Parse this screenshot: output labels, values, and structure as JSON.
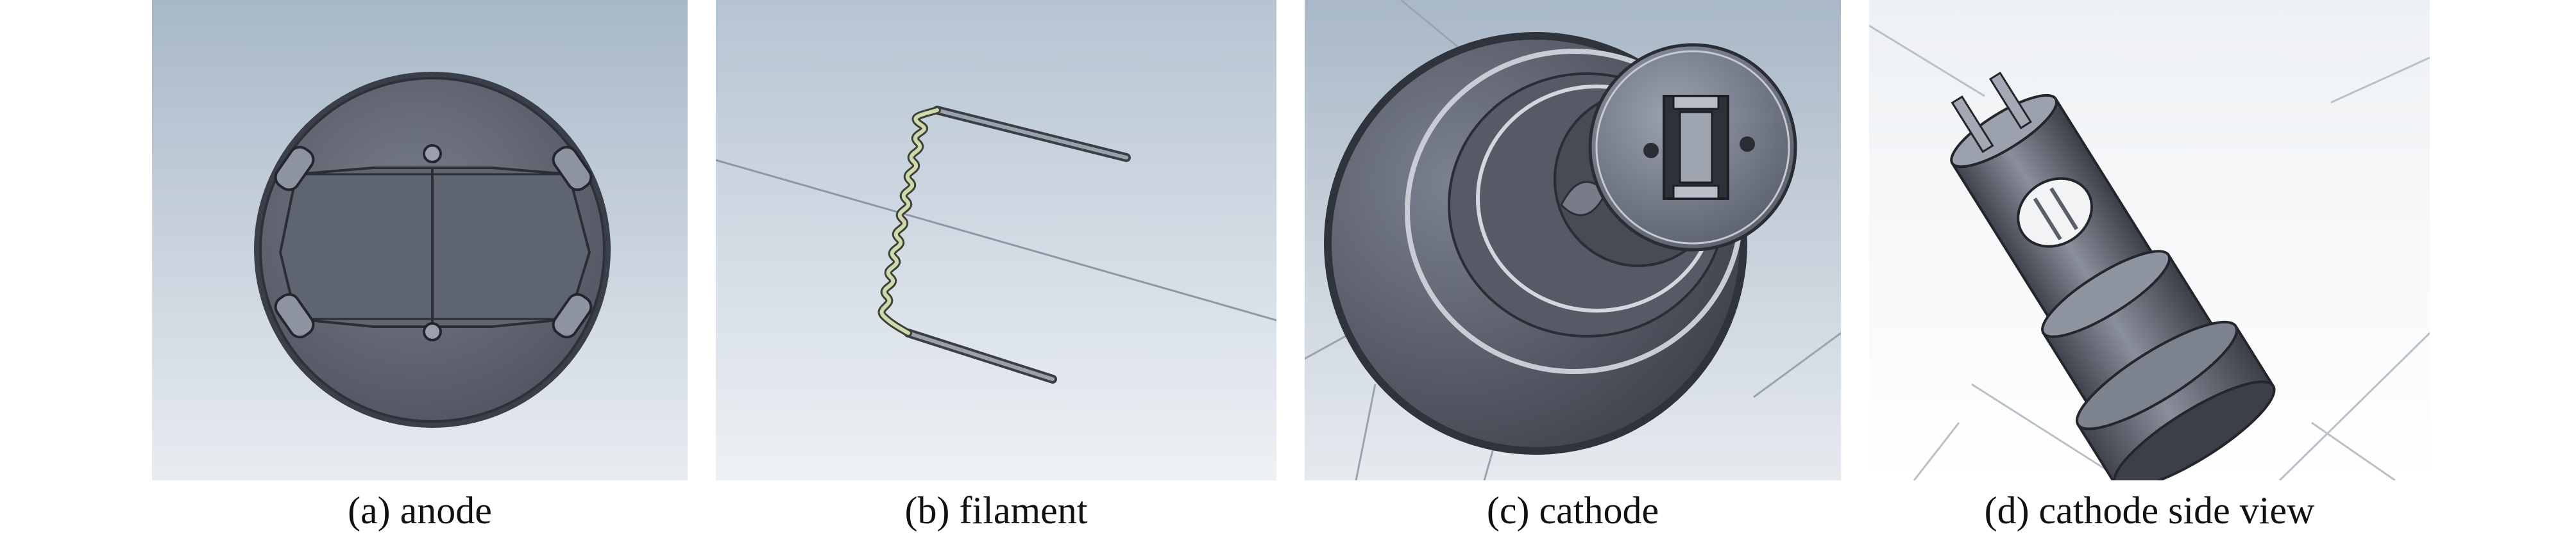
{
  "figure": {
    "panels": [
      {
        "id": "a",
        "caption": "(a) anode",
        "icon": "anode-render-icon"
      },
      {
        "id": "b",
        "caption": "(b) filament",
        "icon": "filament-render-icon"
      },
      {
        "id": "c",
        "caption": "(c) cathode",
        "icon": "cathode-render-icon"
      },
      {
        "id": "d",
        "caption": "(d) cathode side view",
        "icon": "cathode-side-render-icon"
      }
    ]
  },
  "colors": {
    "viewport_top": "#aebdcc",
    "viewport_bottom": "#e9edf2",
    "metal_dark": "#4a4f5c",
    "metal_mid": "#6b7080",
    "metal_light": "#a9afbd",
    "coil": "#c8d4a8"
  }
}
